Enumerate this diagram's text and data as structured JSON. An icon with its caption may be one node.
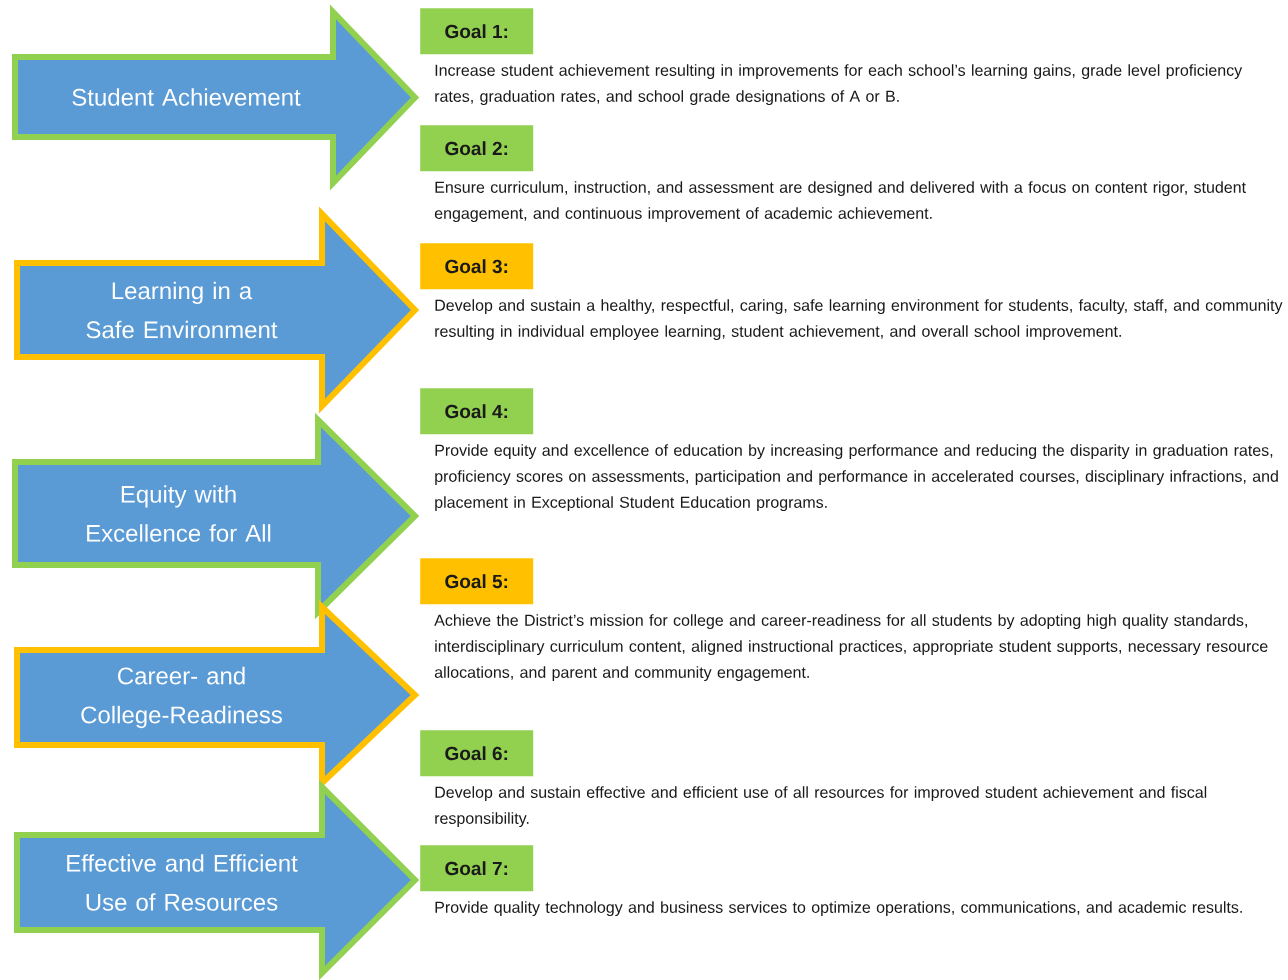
{
  "diagram": {
    "nodes": [
      {
        "text": [
          "Student Achievement"
        ]
      },
      {
        "text": [
          "Learning in a Safe Environment"
        ]
      },
      {
        "text": [
          "Equity with Excellence for All"
        ]
      },
      {
        "text": [
          "Career- and College-Readiness"
        ]
      },
      {
        "text": [
          "Effective and Efficient Use of Resources"
        ]
      },
      {
        "text": [
          "Goal 1:"
        ],
        "beside": [
          "Increase student achievement resulting in improvements for each school’s learning gains, grade level proficiency rates, graduation rates, and school grade designations of A or B."
        ]
      },
      {
        "text": [
          "Goal 2:"
        ],
        "beside": [
          "Ensure curriculum, instruction, and assessment are designed and delivered with a focus on content rigor, student engagement, and continuous improvement of academic achievement."
        ]
      },
      {
        "text": [
          "Goal 3:"
        ],
        "beside": [
          "Develop and sustain a healthy, respectful, caring, safe learning environment for students, faculty, staff, and community resulting in individual employee learning, student achievement, and overall school improvement."
        ]
      },
      {
        "text": [
          "Goal 4:"
        ],
        "beside": [
          "Provide equity and excellence of education by increasing performance and reducing the disparity in graduation rates, proficiency scores on assessments, participation and performance in accelerated courses, disciplinary infractions, and placement in Exceptional Student Education programs."
        ]
      },
      {
        "text": [
          "Goal 5:"
        ],
        "beside": [
          "Achieve the District’s mission for college and career-readiness for all students by adopting high quality standards, interdisciplinary curriculum content, aligned instructional practices, appropriate student supports, necessary resource allocations, and parent and community engagement."
        ]
      },
      {
        "text": [
          "Goal 6:"
        ],
        "beside": [
          "Develop and sustain effective and efficient use of all resources for improved student achievement and fiscal responsibility."
        ]
      },
      {
        "text": [
          "Goal 7:"
        ],
        "beside": [
          "Provide quality technology and business services to optimize operations, communications, and academic results."
        ]
      }
    ]
  }
}
